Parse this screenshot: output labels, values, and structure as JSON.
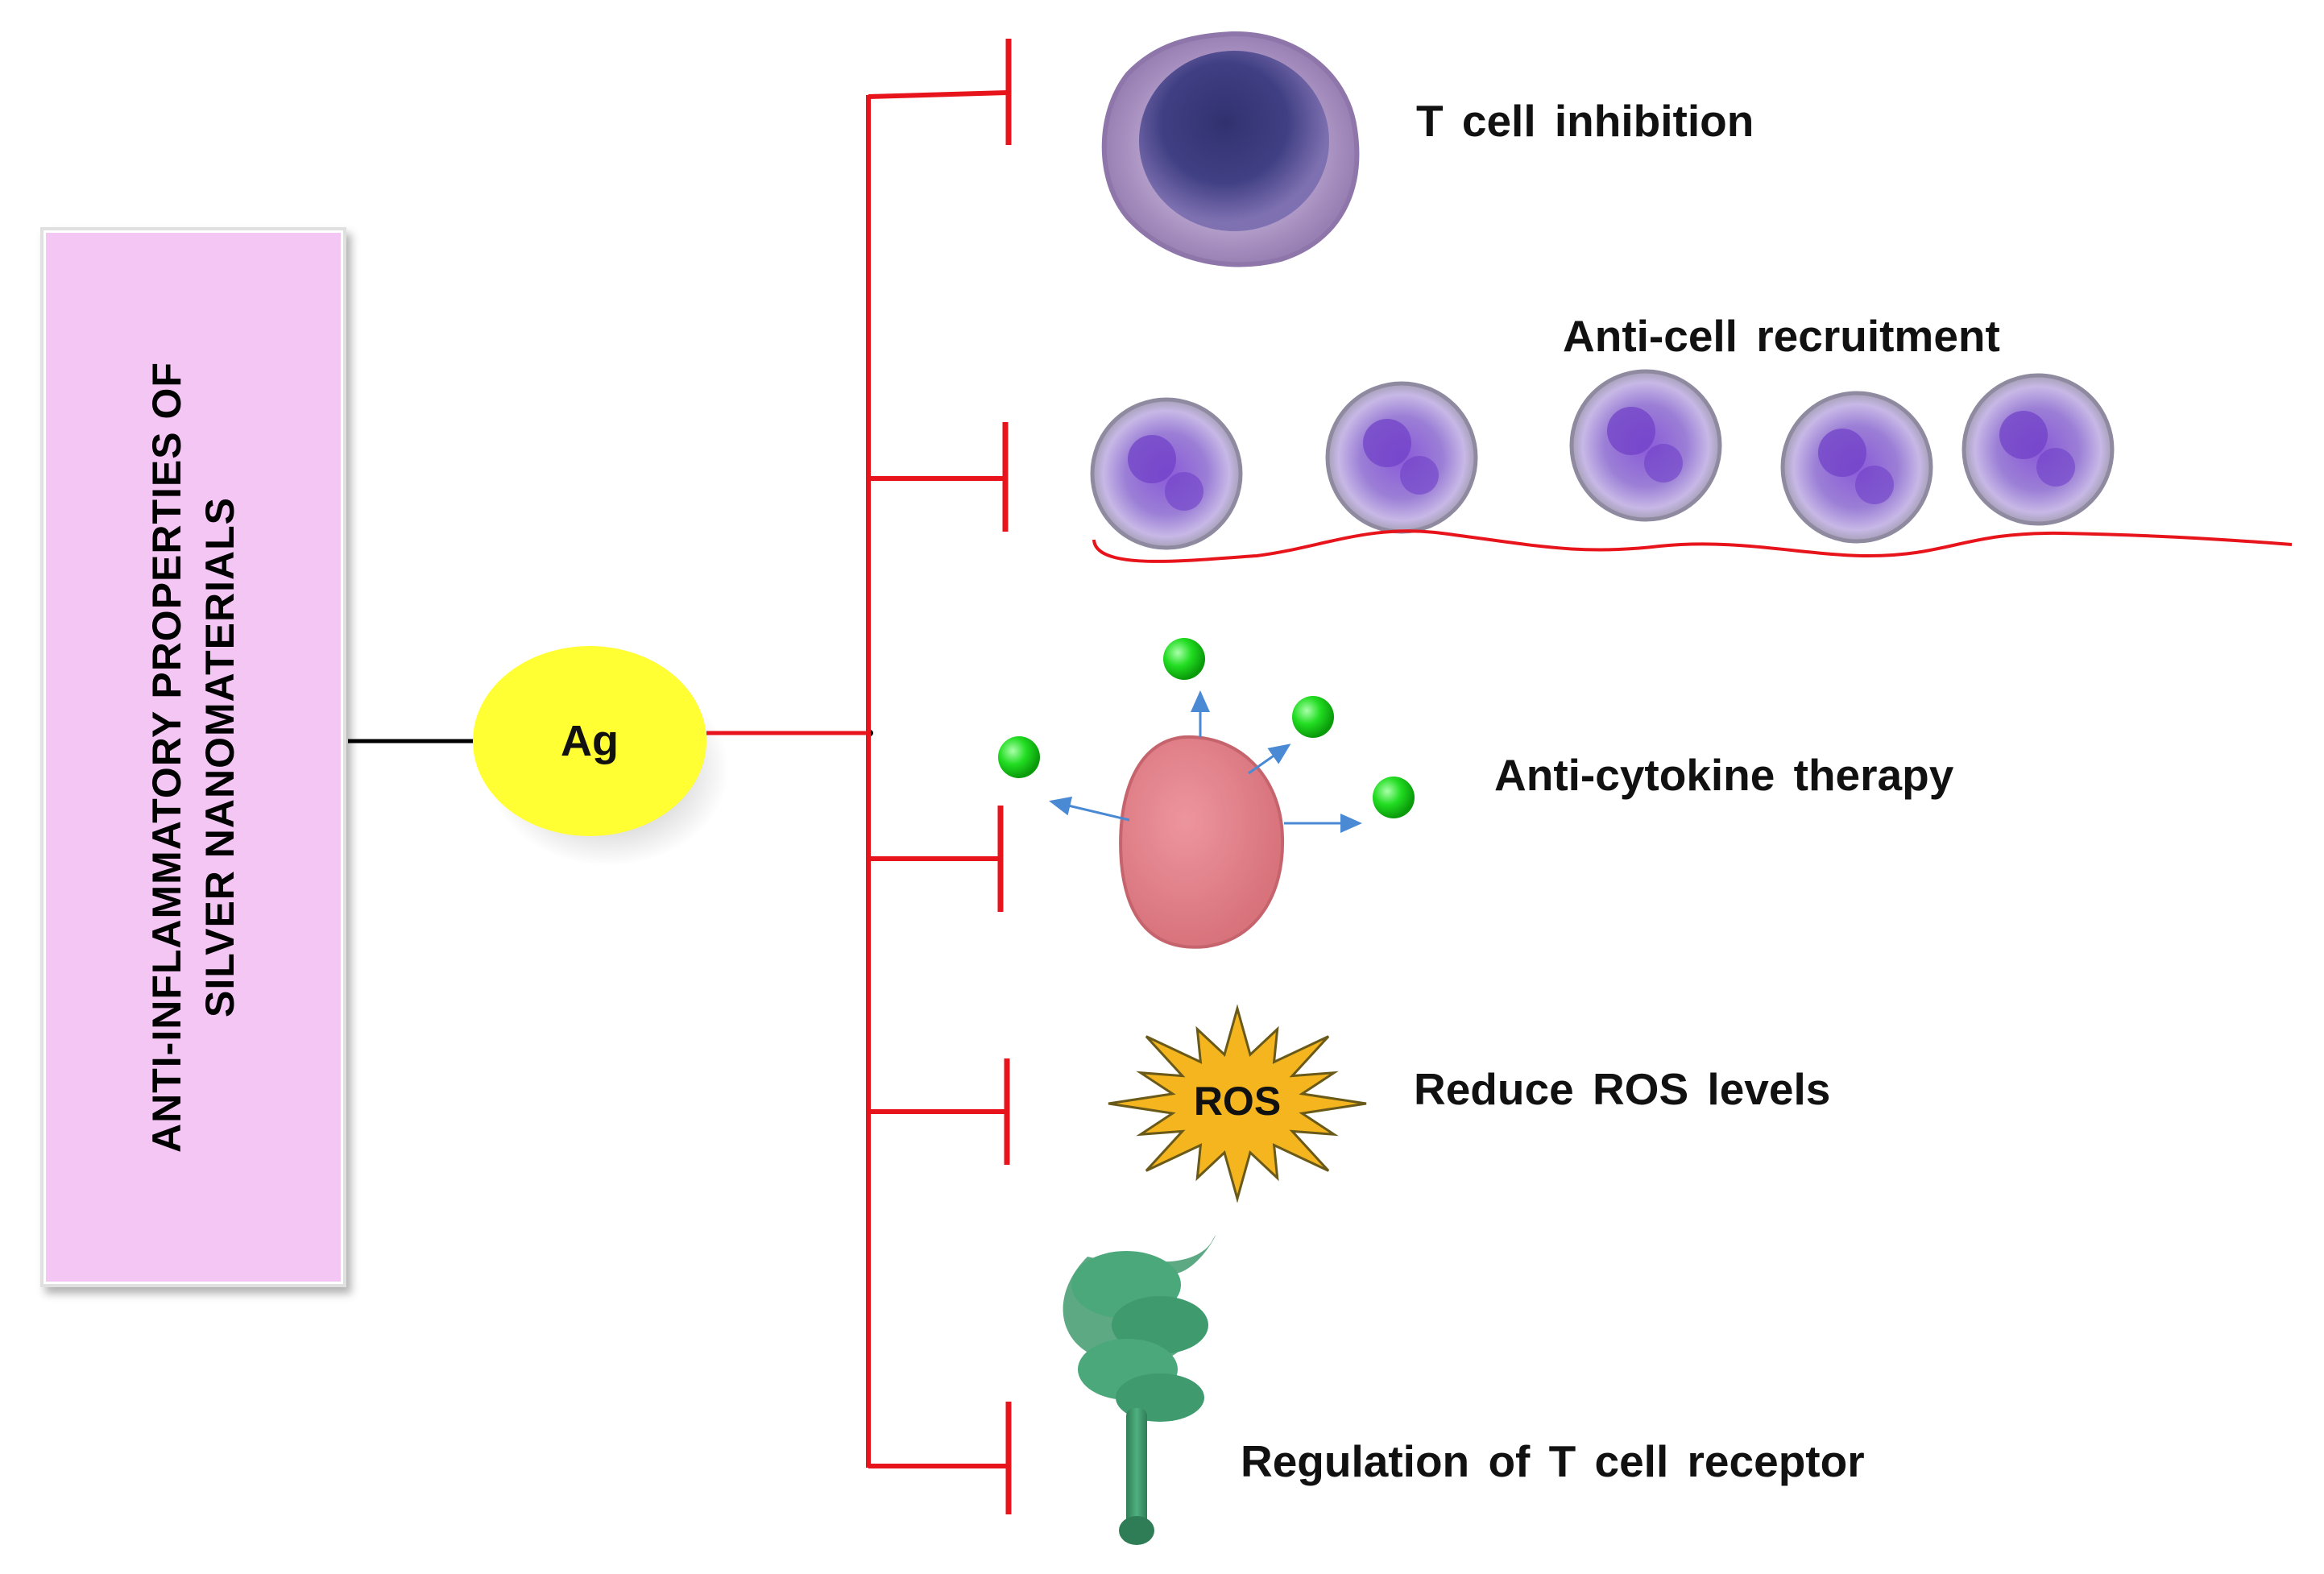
{
  "title_box": {
    "line1": "ANTI-INFLAMMATORY PROPERTIES OF",
    "line2": "SILVER NANOMATERIALS"
  },
  "hub": {
    "label": "Ag",
    "color": "#ffff33"
  },
  "branches": [
    {
      "label": "T cell inhibition",
      "icon": "t-cell-icon"
    },
    {
      "label": "Anti-cell recruitment",
      "icon": "cell-row-icon"
    },
    {
      "label": "Anti-cytokine therapy",
      "icon": "cytokine-cell-icon"
    },
    {
      "label": "Reduce ROS levels",
      "icon": "ros-burst-icon",
      "icon_label": "ROS"
    },
    {
      "label": "Regulation of T cell receptor",
      "icon": "receptor-protein-icon"
    }
  ],
  "colors": {
    "inhibition": "#e8141c",
    "title_box": "#f4c6f4",
    "hub": "#ffff33",
    "ros": "#f5b51e",
    "cytokine": "#22dd22",
    "receptor": "#3f9a6e"
  }
}
